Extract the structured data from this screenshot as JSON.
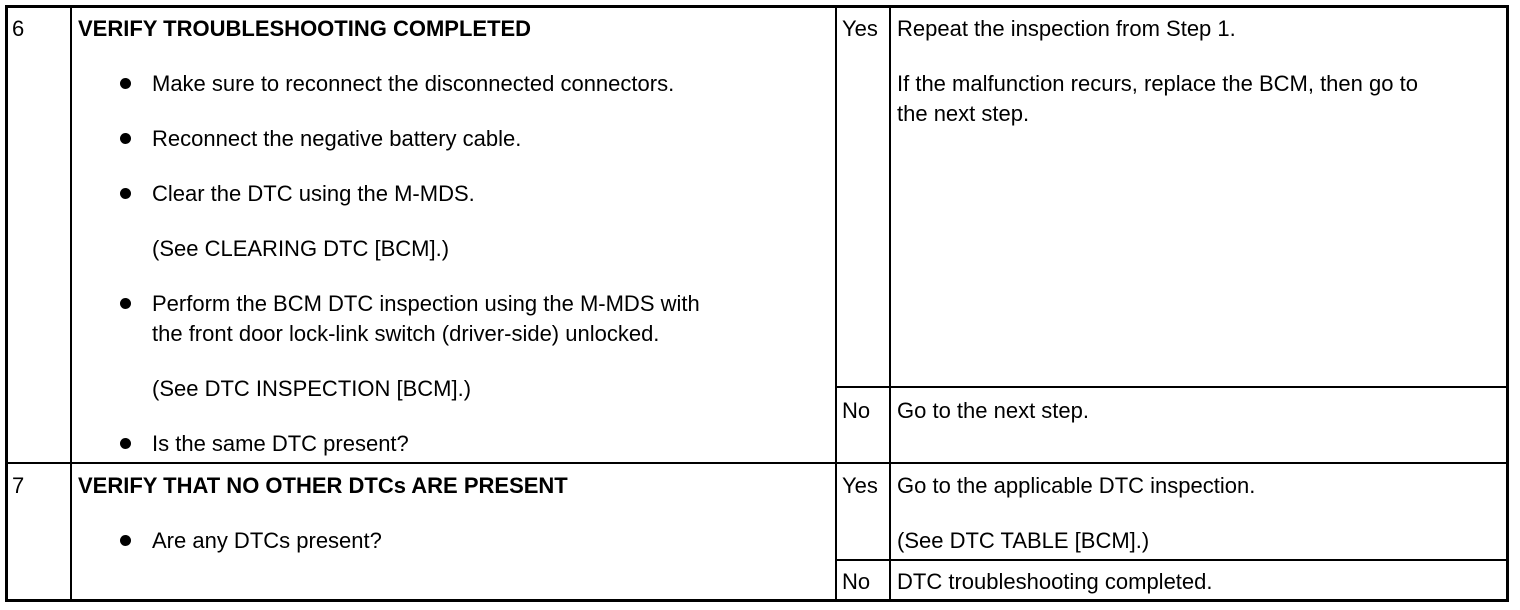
{
  "steps": [
    {
      "number": "6",
      "title": "VERIFY TROUBLESHOOTING COMPLETED",
      "items": [
        "Make sure to reconnect the disconnected connectors.",
        "Reconnect the negative battery cable.",
        "Clear the DTC using the M-MDS.",
        "(See CLEARING DTC [BCM].)",
        "Perform the BCM DTC inspection using the M-MDS with",
        "the front door lock-link switch (driver-side) unlocked.",
        "(See DTC INSPECTION [BCM].)",
        "Is the same DTC present?"
      ],
      "yes_label": "Yes",
      "yes_action": [
        "Repeat the inspection from Step 1.",
        "If the malfunction recurs, replace the BCM, then go to",
        "the next step."
      ],
      "no_label": "No",
      "no_action": [
        "Go to the next step."
      ]
    },
    {
      "number": "7",
      "title": "VERIFY THAT NO OTHER DTCs ARE PRESENT",
      "items": [
        "Are any DTCs present?"
      ],
      "yes_label": "Yes",
      "yes_action": [
        "Go to the applicable DTC inspection.",
        "(See DTC TABLE [BCM].)"
      ],
      "no_label": "No",
      "no_action": [
        "DTC troubleshooting completed."
      ]
    }
  ]
}
